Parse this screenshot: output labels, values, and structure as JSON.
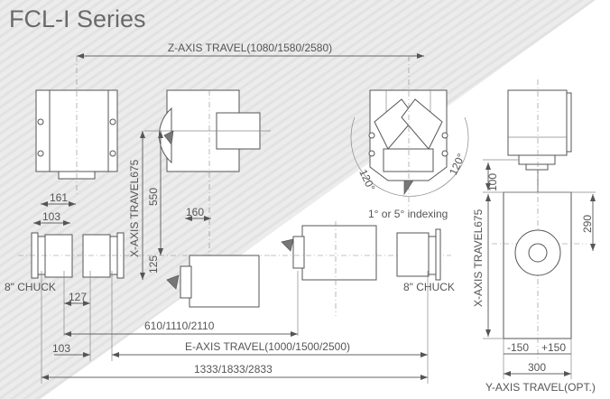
{
  "title": "FCL-I Series",
  "dimensions": {
    "z_axis_travel": "Z-AXIS TRAVEL(1080/1580/2580)",
    "d161": "161",
    "d103_top": "103",
    "chuck_left": "8\" CHUCK",
    "d127": "127",
    "d160": "160",
    "d550": "550",
    "d125": "125",
    "x_axis_travel_left": "X-AXIS TRAVEL675",
    "d610": "610/1110/2110",
    "e_axis_travel": "E-AXIS TRAVEL(1000/1500/2500)",
    "d103_bottom": "103",
    "d1333": "1333/1833/2833",
    "indexing": "1° or 5° indexing",
    "angle_left": "120°",
    "angle_right": "120°",
    "chuck_right": "8\" CHUCK",
    "d100": "100",
    "x_axis_travel_right": "X-AXIS TRAVEL675",
    "d290": "290",
    "minus150": "-150",
    "plus150": "+150",
    "d300": "300",
    "y_axis_travel": "Y-AXIS TRAVEL(OPT.)"
  },
  "colors": {
    "stripe_bg": "#e9e9e9",
    "line": "#666666",
    "text": "#555555"
  }
}
